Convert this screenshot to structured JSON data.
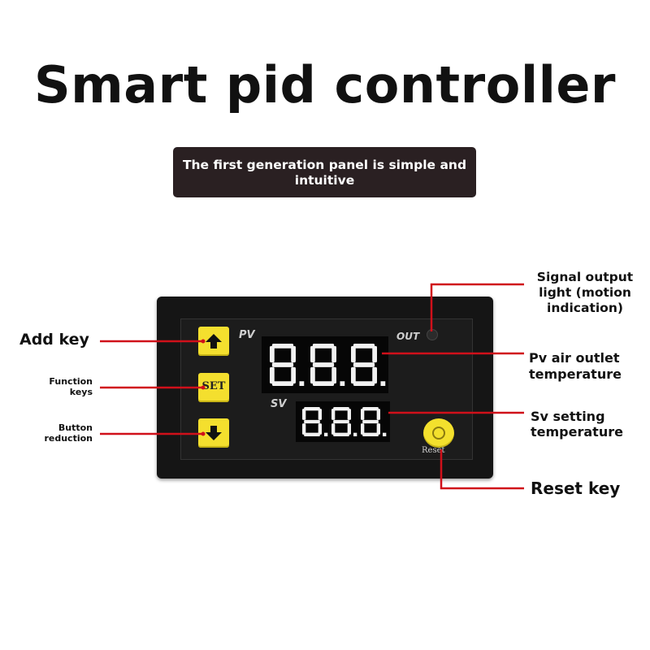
{
  "title": "Smart pid controller",
  "banner": "The first generation panel is simple and intuitive",
  "device": {
    "pv_label": "PV",
    "sv_label": "SV",
    "out_label": "OUT",
    "set_label": "SET",
    "reset_label": "Reset"
  },
  "callouts": {
    "add_key": "Add key",
    "function_keys": "Function keys",
    "button_reduction": "Button reduction",
    "signal_output": "Signal output light (motion indication)",
    "pv_temp": "Pv air outlet temperature",
    "sv_temp": "Sv setting temperature",
    "reset_key": "Reset key"
  },
  "colors": {
    "callout_line": "#d0101a",
    "key_yellow": "#f4df2e",
    "device_body": "#151515"
  }
}
